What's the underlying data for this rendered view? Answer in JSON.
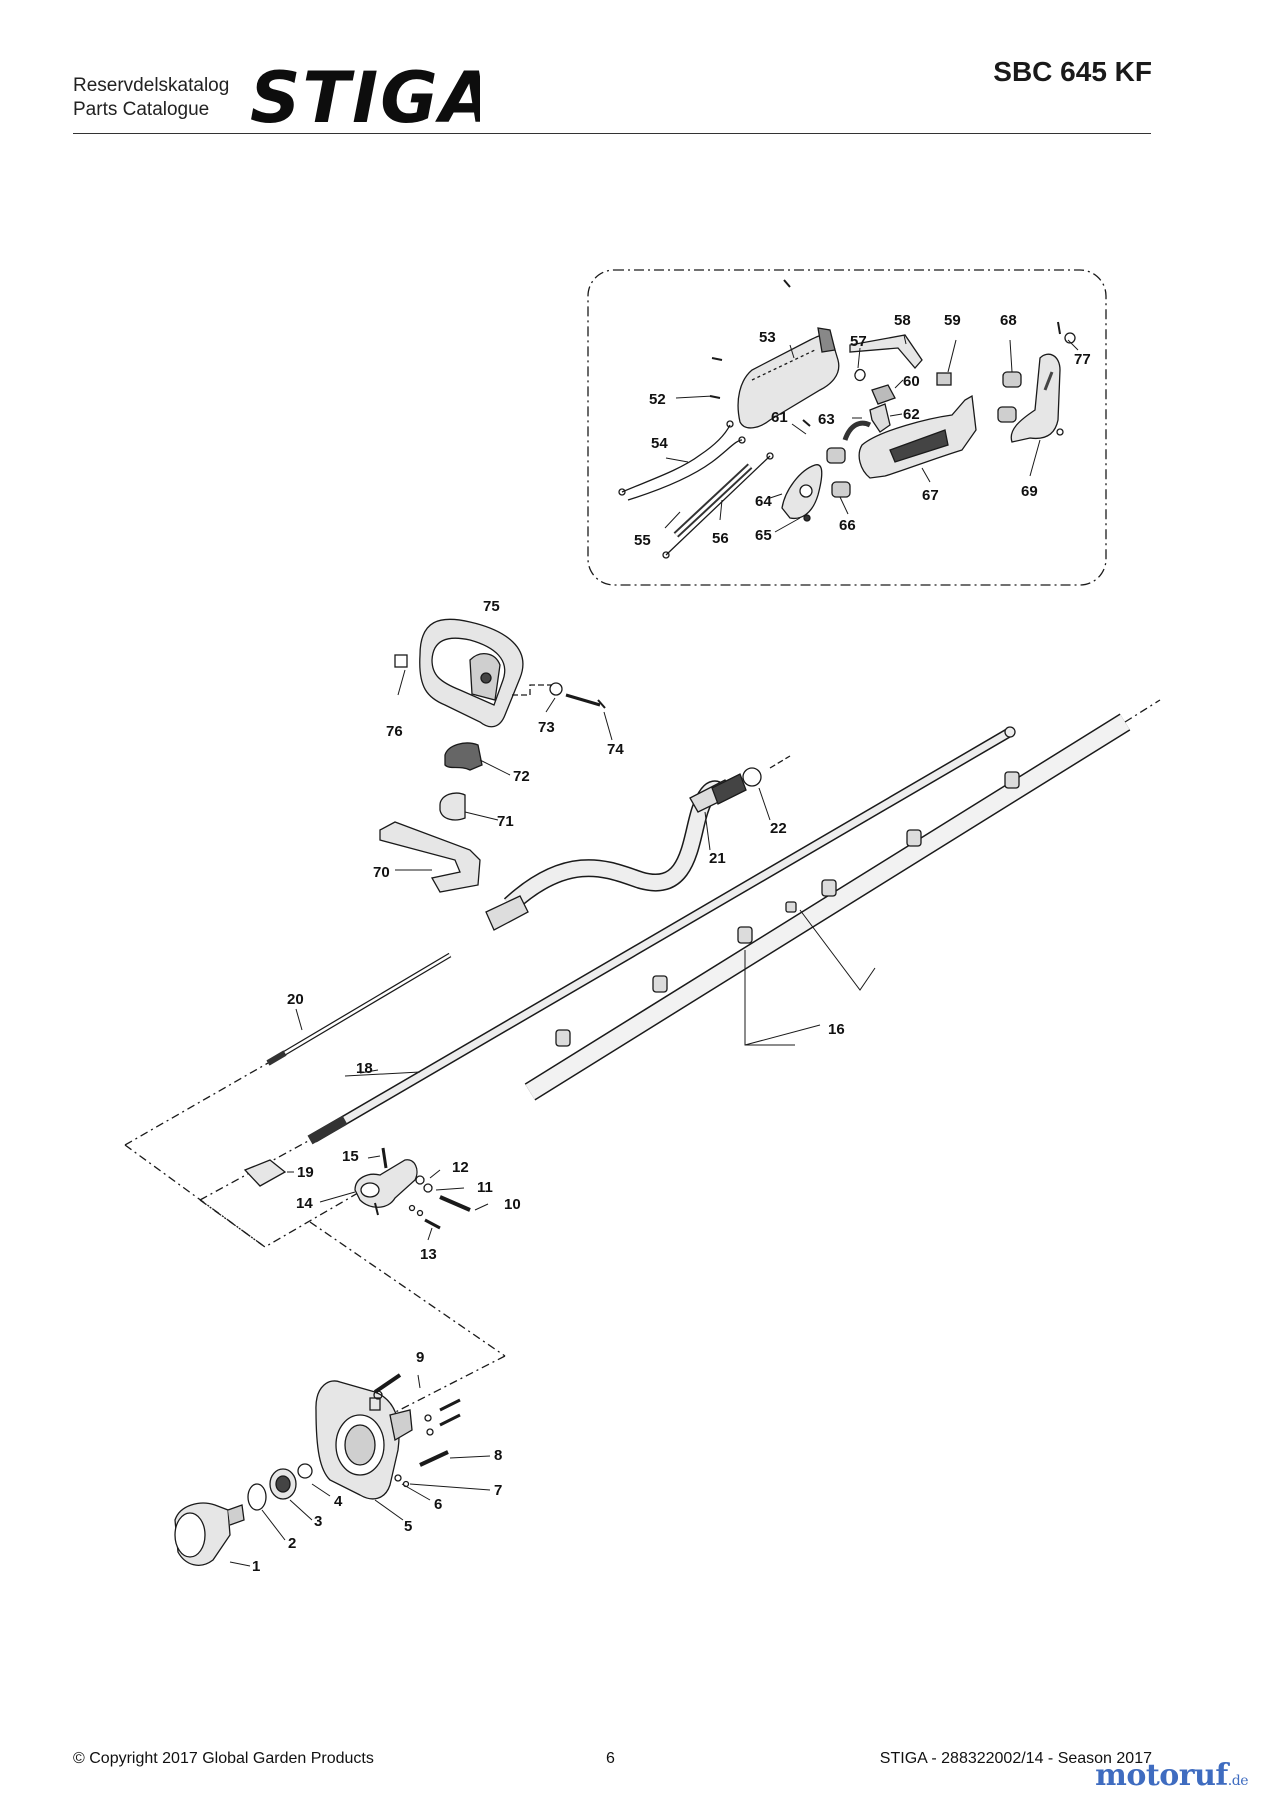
{
  "header": {
    "catalog_sv": "Reservdelskatalog",
    "catalog_en": "Parts Catalogue",
    "brand": "STIGA",
    "model": "SBC 645 KF"
  },
  "callouts": [
    "1",
    "2",
    "3",
    "4",
    "5",
    "6",
    "7",
    "8",
    "9",
    "10",
    "11",
    "12",
    "13",
    "14",
    "15",
    "16",
    "18",
    "19",
    "20",
    "21",
    "22",
    "52",
    "53",
    "54",
    "55",
    "56",
    "57",
    "58",
    "59",
    "60",
    "61",
    "62",
    "63",
    "64",
    "65",
    "66",
    "67",
    "68",
    "69",
    "70",
    "71",
    "72",
    "73",
    "74",
    "75",
    "76",
    "77"
  ],
  "footer": {
    "copyright": "© Copyright 2017 Global Garden Products",
    "page": "6",
    "doc": "STIGA - 288322002/14 - Season 2017"
  },
  "watermark": {
    "name": "motoruf",
    "tld": ".de"
  },
  "colors": {
    "line": "#1a1a1a",
    "part_fill": "#e6e6e6",
    "part_dark": "#3a3a3a",
    "watermark": "#3f6cc0"
  }
}
